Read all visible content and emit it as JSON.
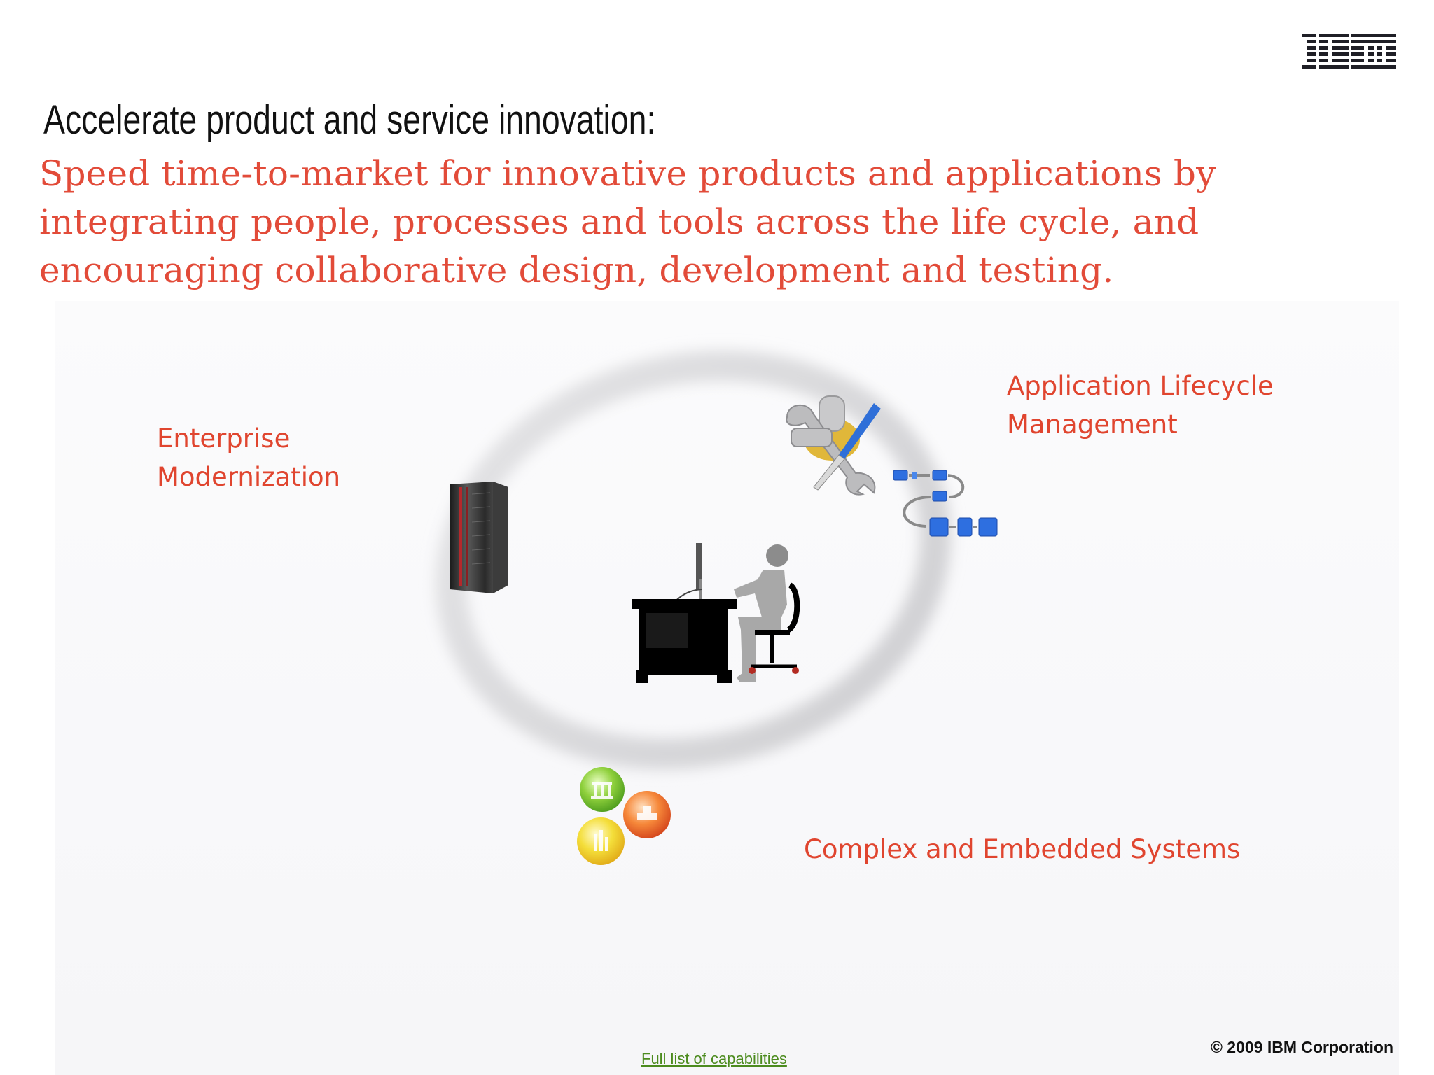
{
  "header": {
    "title": "Accelerate product and service innovation:",
    "subtitle": "Speed time-to-market for innovative products and applications by integrating people, processes and tools across the life cycle, and encouraging collaborative design, development and testing."
  },
  "brand": {
    "logo_text": "IBM",
    "logo_color": "#1f1f26"
  },
  "capabilities": [
    {
      "label": "Enterprise Modernization",
      "icon": "mainframe-server-icon"
    },
    {
      "label": "Application Lifecycle Management",
      "icon": "tools-process-icon"
    },
    {
      "label": "Complex and Embedded Systems",
      "icon": "industry-orbs-icon"
    }
  ],
  "center": {
    "icon": "developer-at-desk-icon"
  },
  "footer": {
    "link_label": "Full list of capabilities",
    "copyright": "© 2009 IBM Corporation"
  },
  "colors": {
    "accent": "#e24b39",
    "link": "#4c8b1e",
    "text": "#111111"
  }
}
